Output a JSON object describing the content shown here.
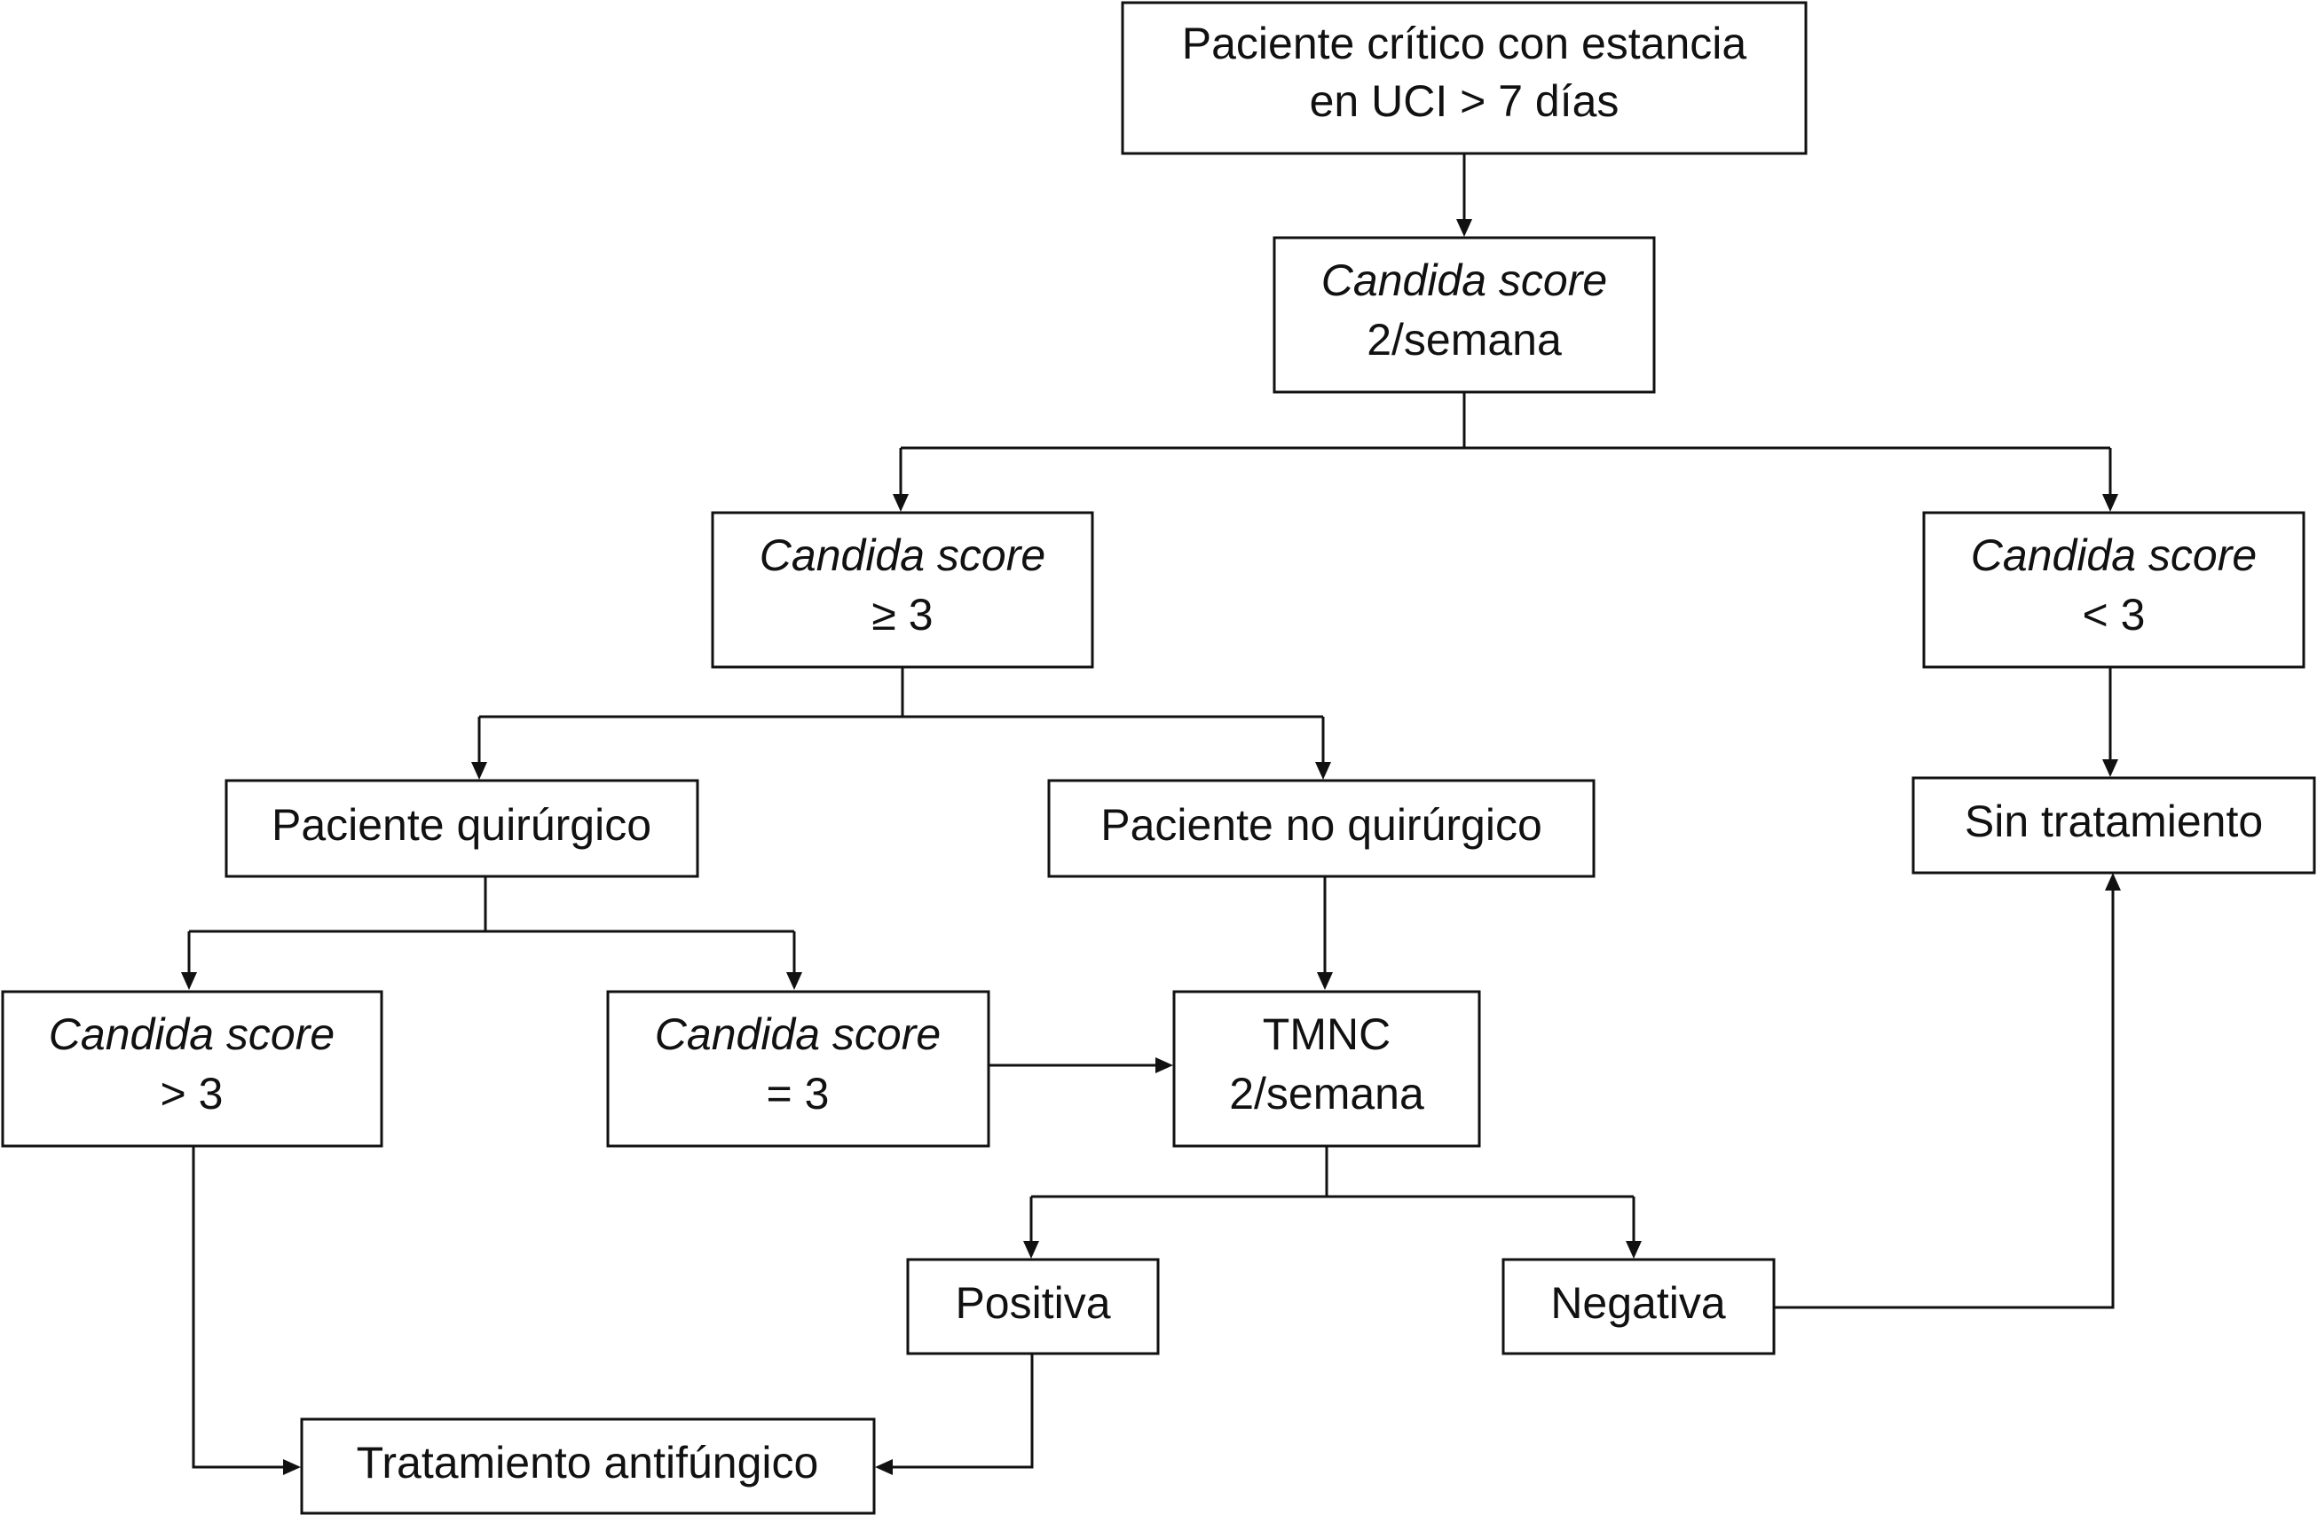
{
  "nodes": {
    "start": {
      "line1": "Paciente crítico con estancia",
      "line2": "en UCI > 7 días"
    },
    "score_weekly": {
      "line1": "Candida score",
      "line2": "2/semana"
    },
    "score_ge3": {
      "line1": "Candida score",
      "line2": "≥ 3"
    },
    "score_lt3": {
      "line1": "Candida score",
      "line2": "< 3"
    },
    "surgical": {
      "label": "Paciente quirúrgico"
    },
    "non_surgical": {
      "label": "Paciente no quirúrgico"
    },
    "no_treatment": {
      "label": "Sin tratamiento"
    },
    "score_gt3": {
      "line1": "Candida score",
      "line2": "> 3"
    },
    "score_eq3": {
      "line1": "Candida score",
      "line2": "= 3"
    },
    "tmnc": {
      "line1": "TMNC",
      "line2": "2/semana"
    },
    "positive": {
      "label": "Positiva"
    },
    "negative": {
      "label": "Negativa"
    },
    "antifungal": {
      "label": "Tratamiento antifúngico"
    }
  }
}
